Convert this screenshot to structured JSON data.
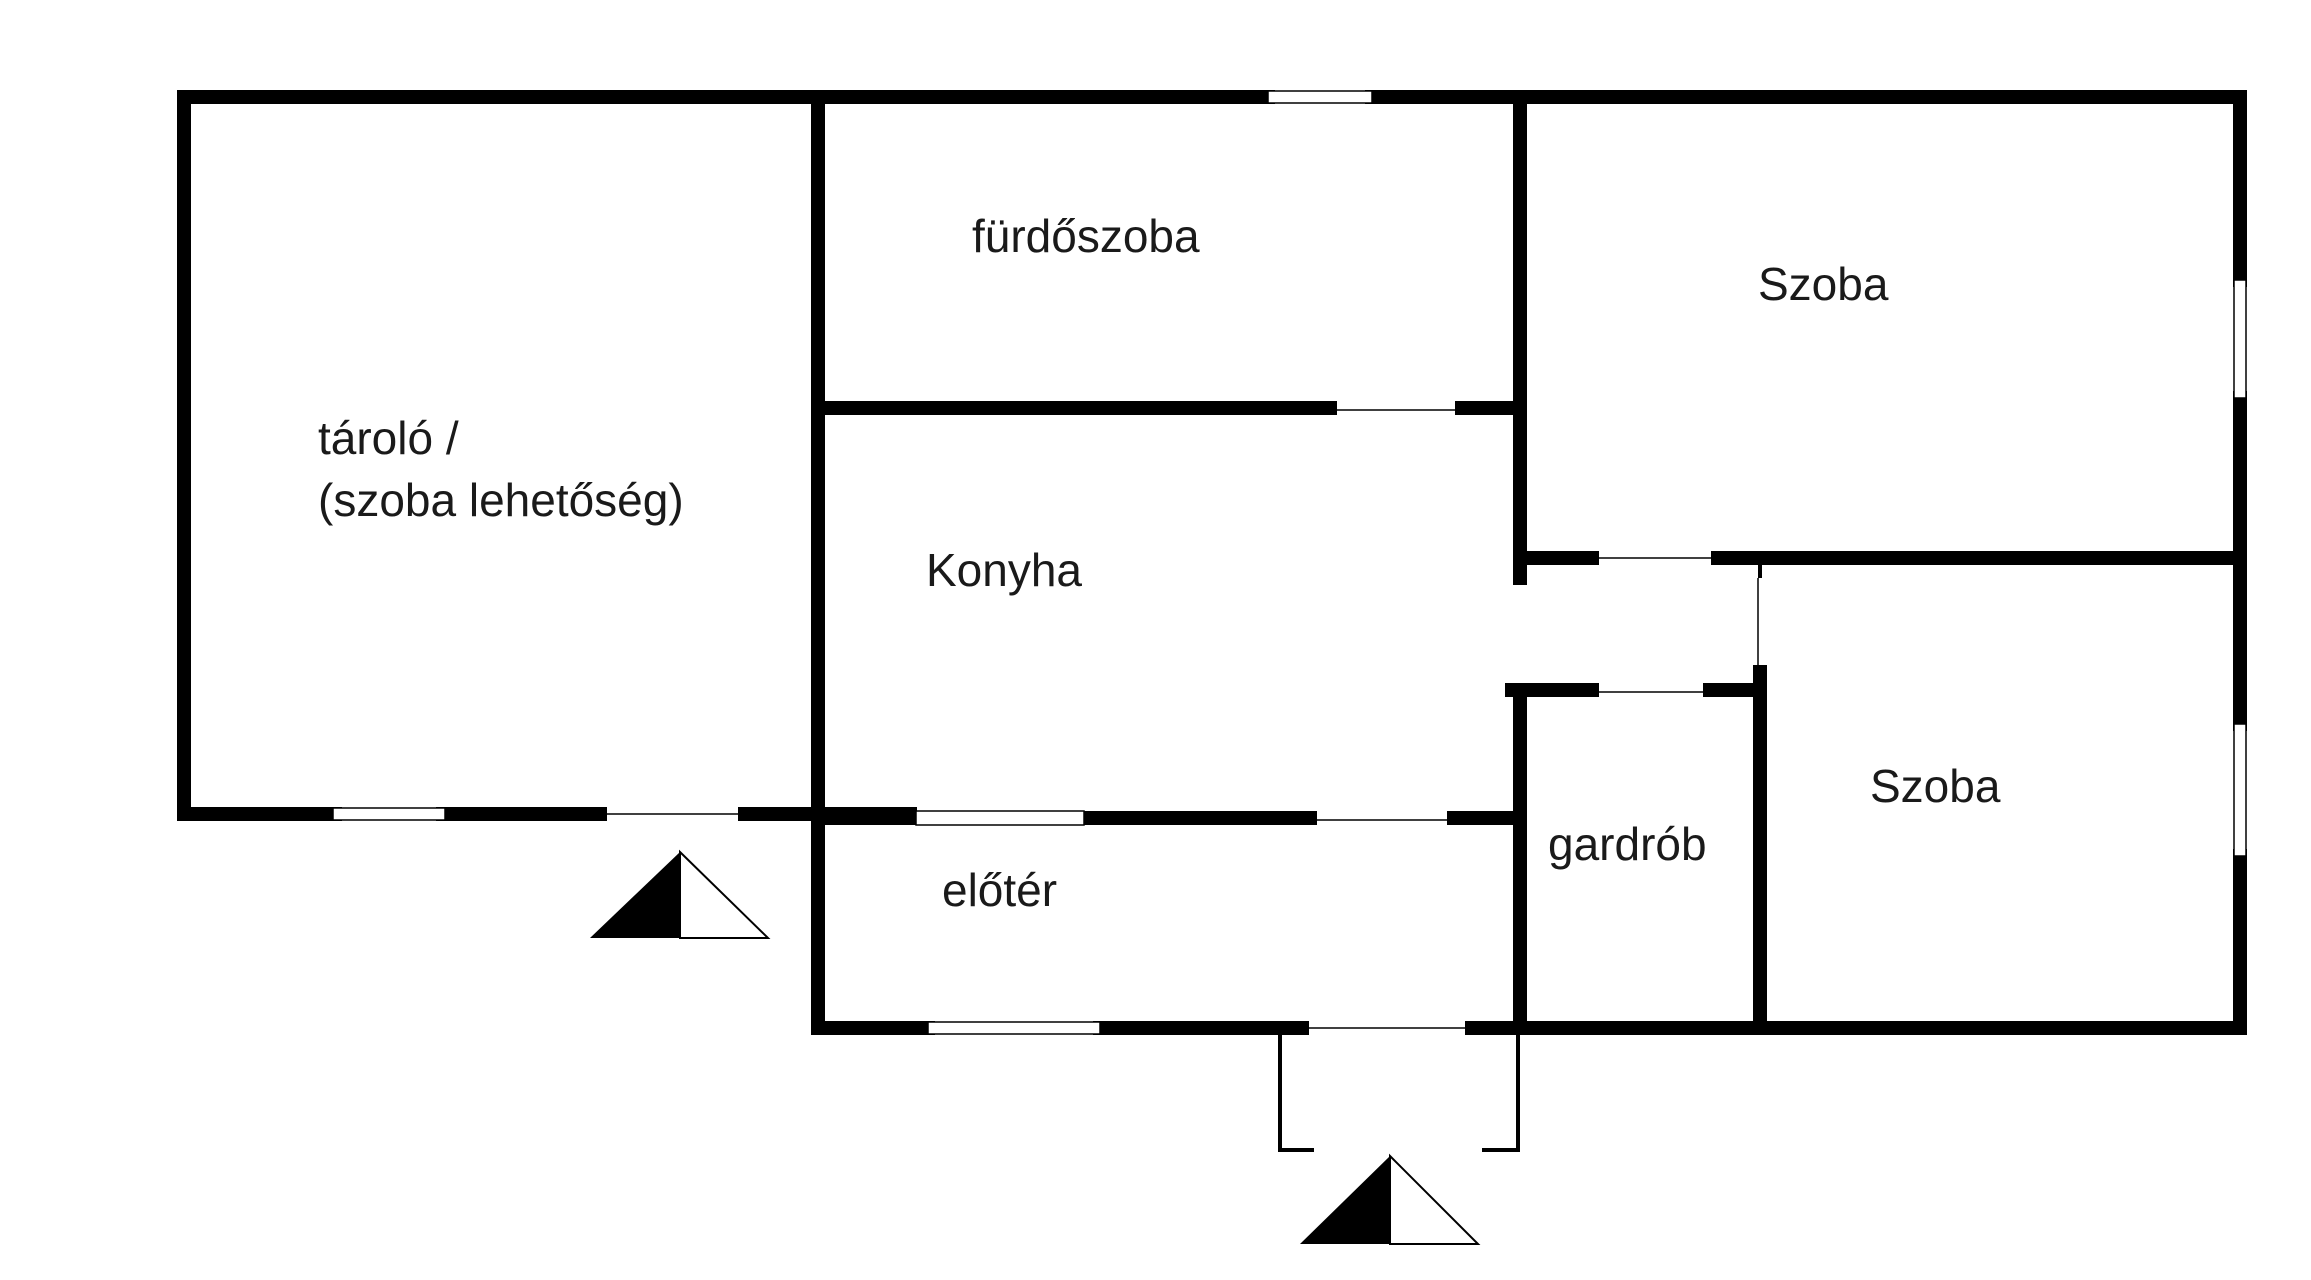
{
  "floorplan": {
    "rooms": {
      "storage_line1": "tároló /",
      "storage_line2": "(szoba lehetőség)",
      "bathroom": "fürdőszoba",
      "kitchen": "Konyha",
      "room_top": "Szoba",
      "room_bottom": "Szoba",
      "wardrobe": "gardrób",
      "hall": "előtér"
    },
    "entrances": [
      "entrance-west",
      "entrance-main"
    ]
  }
}
